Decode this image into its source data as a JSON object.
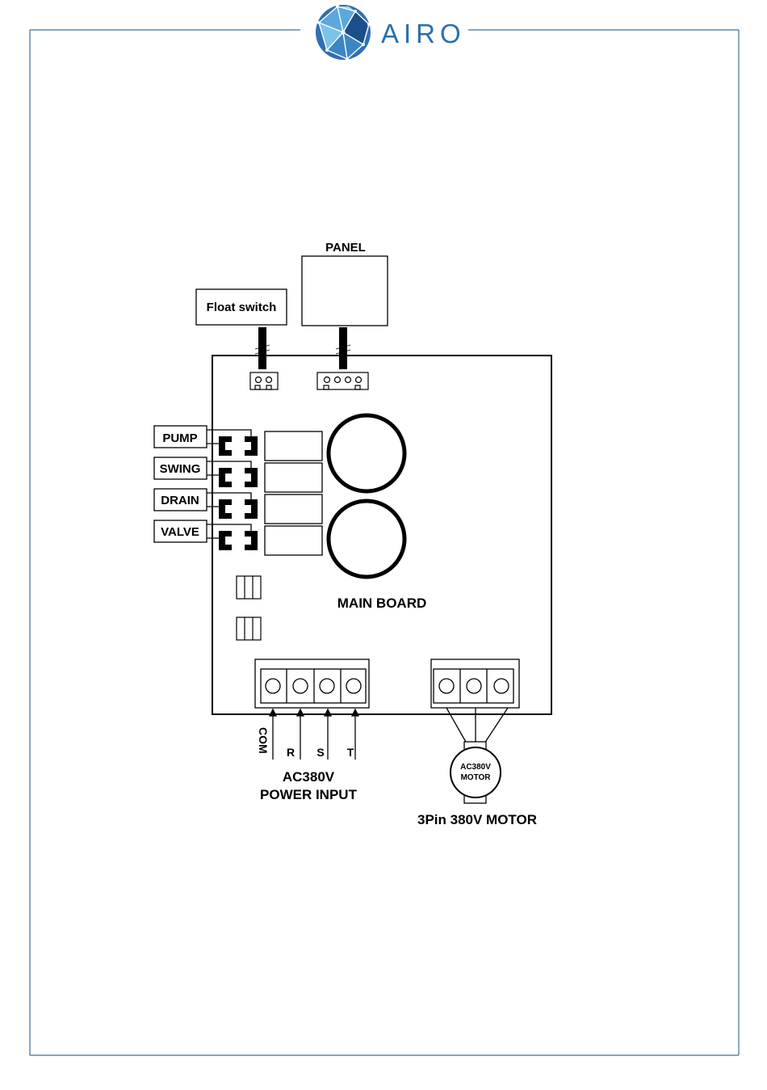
{
  "brand": {
    "name": "AIRO",
    "color": "#2a6fb0",
    "logo_icon": "globe-network-logo"
  },
  "frame_color": "#3a6f9a",
  "diagram": {
    "panel_label": "PANEL",
    "float_switch_label": "Float switch",
    "outputs": [
      "PUMP",
      "SWING",
      "DRAIN",
      "VALVE"
    ],
    "main_board_label": "MAIN BOARD",
    "power_terminals": [
      "COM",
      "R",
      "S",
      "T"
    ],
    "power_label_line1": "AC380V",
    "power_label_line2": "POWER INPUT",
    "motor_circle_line1": "AC380V",
    "motor_circle_line2": "MOTOR",
    "motor_caption": "3Pin 380V MOTOR"
  }
}
